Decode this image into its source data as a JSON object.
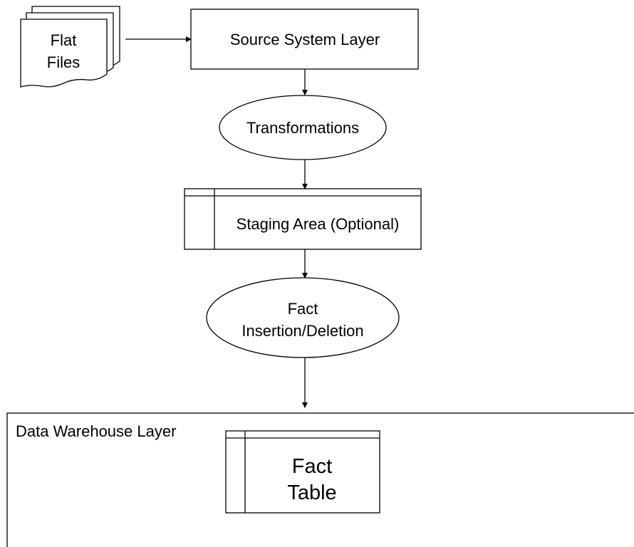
{
  "diagram": {
    "flat_files": {
      "line1": "Flat",
      "line2": "Files"
    },
    "source_system": {
      "label": "Source System Layer"
    },
    "transformations": {
      "label": "Transformations"
    },
    "staging_area": {
      "label": "Staging Area (Optional)"
    },
    "fact_process": {
      "line1": "Fact",
      "line2": "Insertion/Deletion"
    },
    "data_warehouse": {
      "label": "Data Warehouse Layer",
      "fact_table": {
        "line1": "Fact",
        "line2": "Table"
      }
    }
  }
}
